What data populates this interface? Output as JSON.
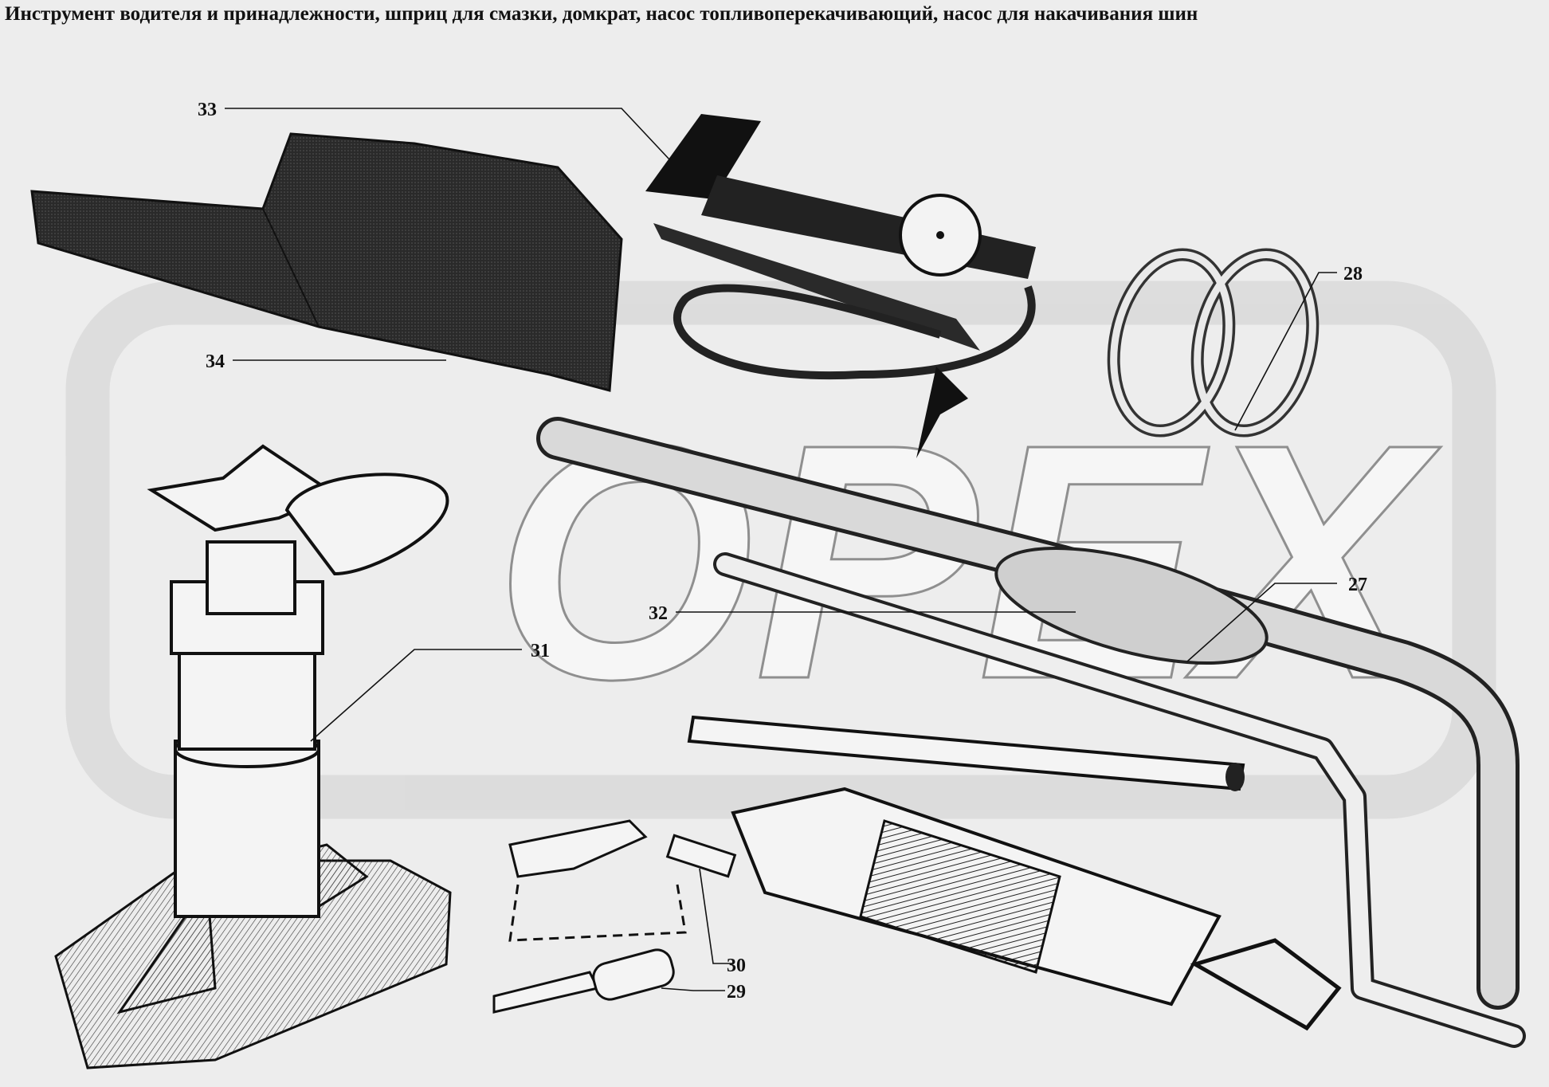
{
  "title": "Инструмент водителя и принадлежности, шприц для смазки, домкрат, насос топливоперекачивающий, насос для накачивания шин",
  "watermark_text": "OPEX",
  "callouts": {
    "c27": "27",
    "c28": "28",
    "c29": "29",
    "c30": "30",
    "c31": "31",
    "c32": "32",
    "c33": "33",
    "c34": "34"
  }
}
